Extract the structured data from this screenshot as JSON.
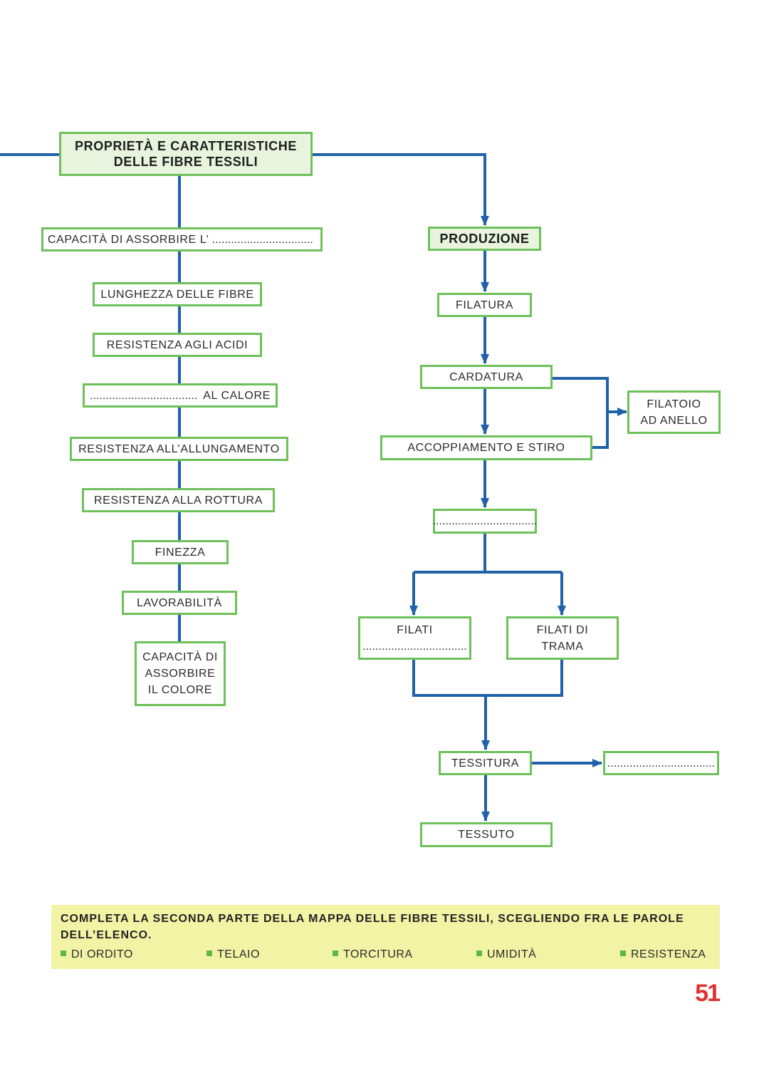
{
  "colors": {
    "connector": "#1f62a8",
    "box_border": "#6ec05a",
    "header_fill": "#e8f4dd",
    "panel_fill": "#f3f3a6",
    "bullet": "#5cb946",
    "page_number": "#e03131"
  },
  "title": {
    "line1": "PROPRIETÀ  E  CARATTERISTICHE",
    "line2": "DELLE  FIBRE  TESSILI"
  },
  "properties": {
    "absorb_water": {
      "text": "CAPACITÀ  DI  ASSORBIRE   L’",
      "blank": "................................"
    },
    "fiber_length": "LUNGHEZZA  DELLE  FIBRE",
    "acid_resistance": "RESISTENZA  AGLI  ACIDI",
    "heat_resistance": {
      "blank": "..................................",
      "text": "AL  CALORE"
    },
    "stretch_resistance": "RESISTENZA  ALL’ALLUNGAMENTO",
    "break_resistance": "RESISTENZA  ALLA  ROTTURA",
    "fineness": "FINEZZA",
    "workability": "LAVORABILITÀ",
    "dye_absorption": {
      "line1": "CAPACITÀ  DI",
      "line2": "ASSORBIRE",
      "line3": "IL  COLORE"
    }
  },
  "production": {
    "header": "PRODUZIONE",
    "spinning": "FILATURA",
    "carding": "CARDATURA",
    "coupling": "ACCOPPIAMENTO  E  STIRO",
    "ring_spinner": {
      "line1": "FILATOIO",
      "line2": "AD  ANELLO"
    },
    "blank_step": ".................................",
    "warp_yarns": {
      "line1": "FILATI",
      "blank": "................................."
    },
    "weft_yarns": {
      "line1": "FILATI  DI",
      "line2": "TRAMA"
    },
    "weaving": "TESSITURA",
    "weaving_blank": "..................................",
    "fabric": "TESSUTO"
  },
  "exercise": {
    "instruction_line1": "COMPLETA  LA  SECONDA  PARTE  DELLA  MAPPA  DELLE  FIBRE  TESSILI,  SCEGLIENDO  FRA  LE  PAROLE",
    "instruction_line2": "DELL’ELENCO.",
    "options": [
      "DI  ORDITO",
      "TELAIO",
      "TORCITURA",
      "UMIDITÀ",
      "RESISTENZA"
    ]
  },
  "page_number": "51"
}
